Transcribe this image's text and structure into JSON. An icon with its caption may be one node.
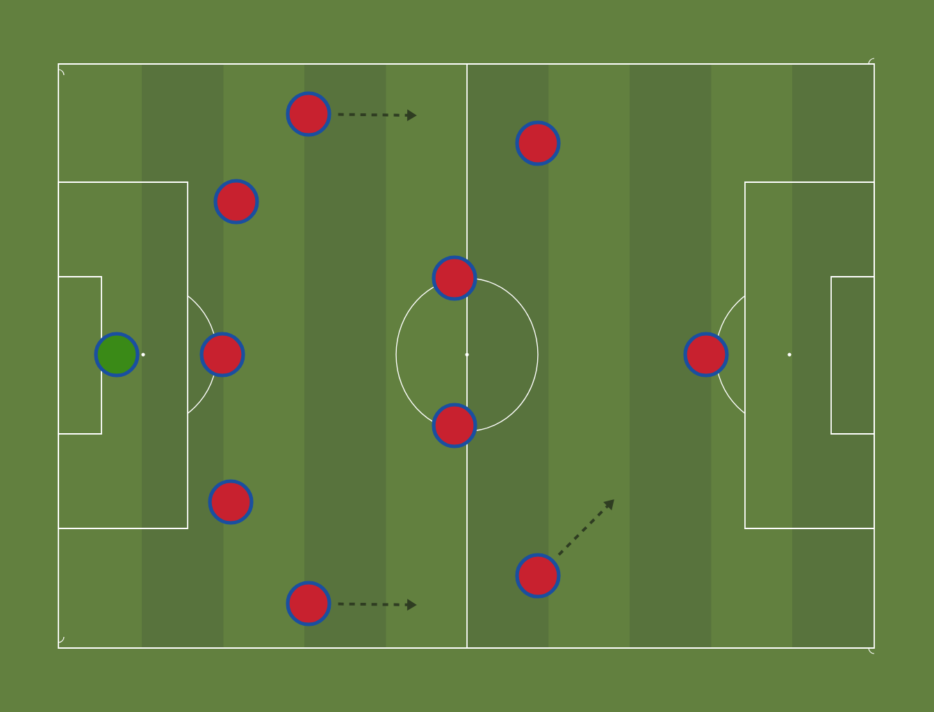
{
  "diagram": {
    "nodes": [
      {
        "text": [],
        "shape": "circle"
      },
      {
        "text": [],
        "shape": "circle"
      },
      {
        "text": [],
        "shape": "circle"
      },
      {
        "text": [],
        "shape": "circle"
      },
      {
        "text": [],
        "shape": "circle"
      },
      {
        "text": [],
        "shape": "circle"
      },
      {
        "text": [],
        "shape": "circle"
      },
      {
        "text": [],
        "shape": "circle"
      },
      {
        "text": [],
        "shape": "circle"
      },
      {
        "text": [],
        "shape": "circle"
      },
      {
        "text": [],
        "shape": "circle"
      }
    ],
    "edges": [
      {
        "from": 4,
        "to": null,
        "arrow": "to",
        "style": "dashed"
      },
      {
        "from": 5,
        "to": null,
        "arrow": "to",
        "style": "dashed"
      },
      {
        "from": 9,
        "to": null,
        "arrow": "to",
        "style": "dashed"
      }
    ]
  }
}
